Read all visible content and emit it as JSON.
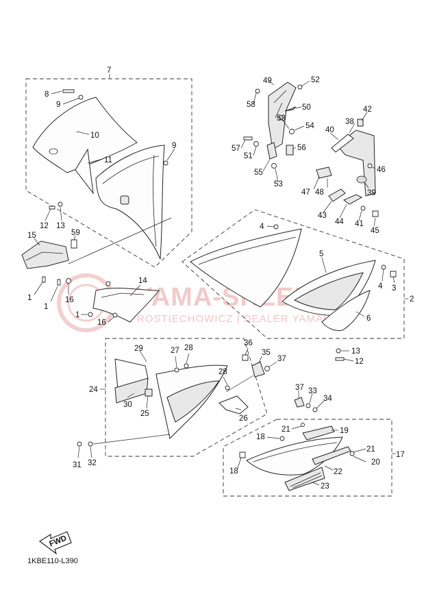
{
  "diagram": {
    "code": "1KBE110-L390",
    "fwd_label": "FWD",
    "watermark": {
      "main": "YAMA-SKLEP.PL",
      "sub": "ROSTIECHOWICZ | DEALER YAMAHA"
    },
    "callouts": {
      "c7": "7",
      "c8": "8",
      "c9a": "9",
      "c9b": "9",
      "c10": "10",
      "c11": "11",
      "c12a": "12",
      "c13a": "13",
      "c15": "15",
      "c59": "59",
      "c1a": "1",
      "c1b": "1",
      "c1c": "1",
      "c16a": "16",
      "c16b": "16",
      "c14": "14",
      "c4a": "4",
      "c4b": "4",
      "c5": "5",
      "c3": "3",
      "c2": "2",
      "c6": "6",
      "c13b": "13",
      "c12b": "12",
      "c49": "49",
      "c52": "52",
      "c58": "58",
      "c50": "50",
      "c53a": "53",
      "c53b": "53",
      "c54": "54",
      "c57": "57",
      "c51": "51",
      "c56": "56",
      "c55": "55",
      "c42": "42",
      "c38": "38",
      "c40": "40",
      "c46": "46",
      "c47": "47",
      "c48": "48",
      "c39": "39",
      "c43": "43",
      "c44": "44",
      "c41": "41",
      "c45": "45",
      "c36": "36",
      "c35": "35",
      "c37a": "37",
      "c29": "29",
      "c27": "27",
      "c28a": "28",
      "c28b": "28",
      "c24": "24",
      "c30": "30",
      "c25": "25",
      "c26": "26",
      "c31": "31",
      "c32": "32",
      "c37b": "37",
      "c33": "33",
      "c34": "34",
      "c21a": "21",
      "c19": "19",
      "c18a": "18",
      "c17": "17",
      "c21b": "21",
      "c18b": "18",
      "c20": "20",
      "c22": "22",
      "c23": "23"
    }
  }
}
